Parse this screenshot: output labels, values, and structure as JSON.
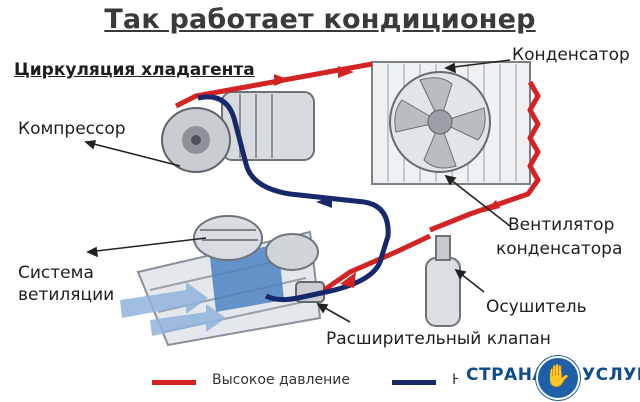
{
  "title": "Так работает кондиционер",
  "subtitle": "Циркуляция хладагента",
  "labels": {
    "condenser": "Конденсатор",
    "compressor": "Компрессор",
    "fan_line1": "Вентилятор",
    "fan_line2": "конденсатора",
    "ventilation_line1": "Система",
    "ventilation_line2": "ветиляции",
    "dryer": "Осушитель",
    "expansion_valve": "Расширительный клапан"
  },
  "legend": {
    "high_pressure": "Высокое давление",
    "low_pressure_partial": "Н"
  },
  "watermark": {
    "left": "СТРАНА",
    "right": "УСЛУГ",
    "icon": "handshake-icon"
  },
  "colors": {
    "high_pressure": "#d42323",
    "low_pressure": "#17296b",
    "brand_blue": "#1f5fa8",
    "brand_orange": "#f39a1e"
  }
}
